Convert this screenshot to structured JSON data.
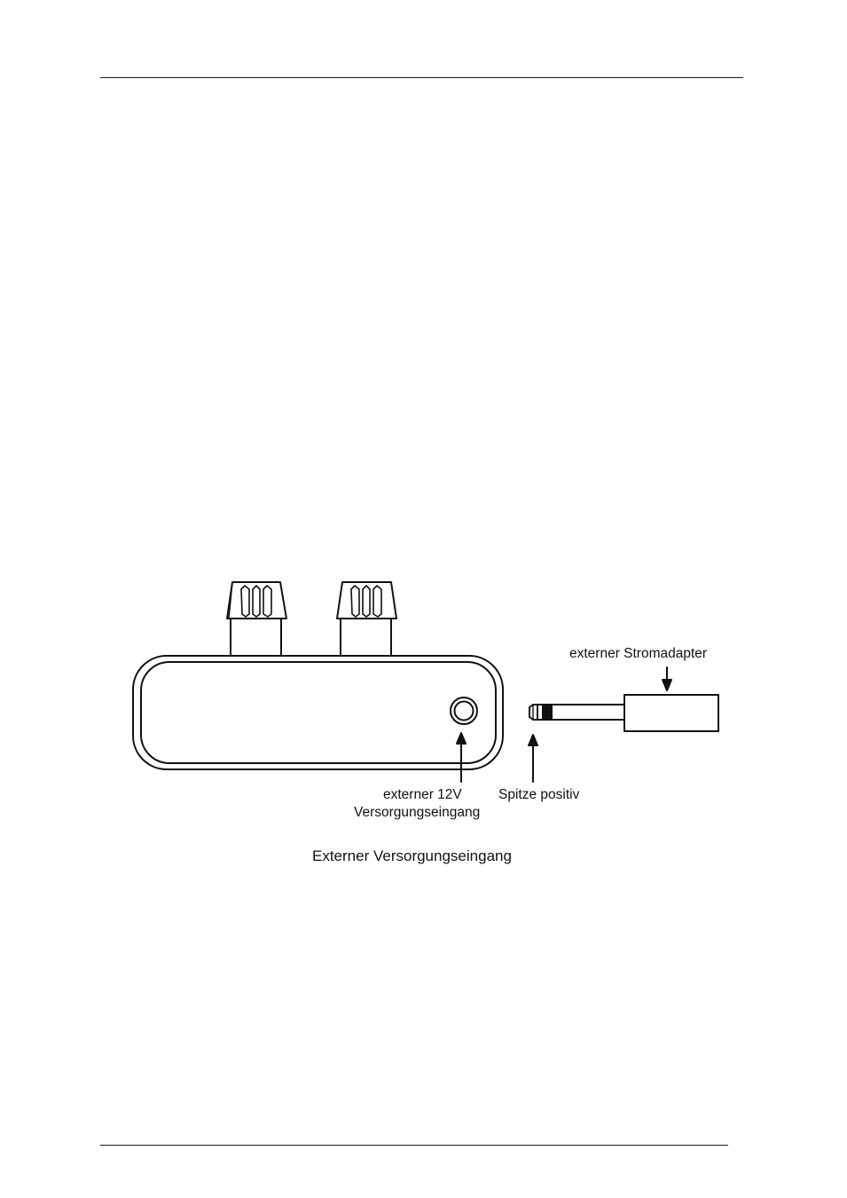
{
  "labels": {
    "adapter": "externer Stromadapter",
    "input_line1": "externer 12V",
    "input_line2": "Versorgungseingang",
    "tip": "Spitze positiv"
  },
  "caption": "Externer Versorgungseingang"
}
